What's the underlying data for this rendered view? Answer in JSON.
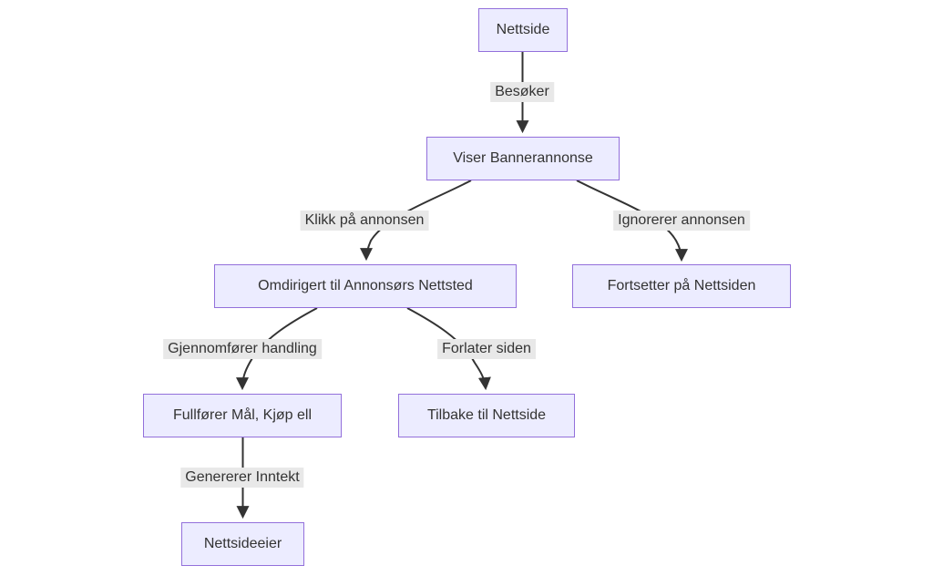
{
  "diagram": {
    "type": "flowchart",
    "direction": "top-down",
    "colors": {
      "background": "#ffffff",
      "node_fill": "#ECECFF",
      "node_border": "#9370DB",
      "node_text": "#333333",
      "edge_stroke": "#333333",
      "edge_label_bg": "#e8e8e8",
      "edge_label_text": "#333333"
    },
    "nodes": [
      {
        "id": "nettside",
        "label": "Nettside"
      },
      {
        "id": "viser-bannerannonse",
        "label": "Viser Bannerannonse"
      },
      {
        "id": "omdirigert",
        "label": "Omdirigert til Annonsørs Nettsted"
      },
      {
        "id": "fortsetter",
        "label": "Fortsetter på Nettsiden"
      },
      {
        "id": "fullfoerer",
        "label": "Fullfører Mål, Kjøp ell"
      },
      {
        "id": "tilbake",
        "label": "Tilbake til Nettside"
      },
      {
        "id": "nettsideeier",
        "label": "Nettsideeier"
      }
    ],
    "edges": [
      {
        "from": "Nettside",
        "to": "Viser Bannerannonse",
        "label": "Besøker"
      },
      {
        "from": "Viser Bannerannonse",
        "to": "Omdirigert til Annonsørs Nettsted",
        "label": "Klikk på annonsen"
      },
      {
        "from": "Viser Bannerannonse",
        "to": "Fortsetter på Nettsiden",
        "label": "Ignorerer annonsen"
      },
      {
        "from": "Omdirigert til Annonsørs Nettsted",
        "to": "Fullfører Mål, Kjøp ell",
        "label": "Gjennomfører handling"
      },
      {
        "from": "Omdirigert til Annonsørs Nettsted",
        "to": "Tilbake til Nettside",
        "label": "Forlater siden"
      },
      {
        "from": "Fullfører Mål, Kjøp ell",
        "to": "Nettsideeier",
        "label": "Genererer Inntekt"
      }
    ]
  }
}
